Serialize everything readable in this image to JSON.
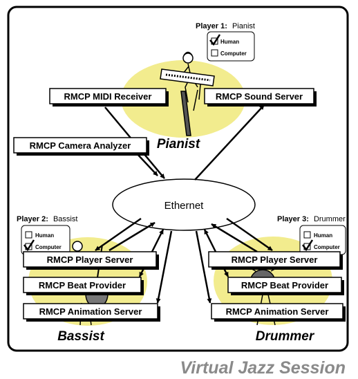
{
  "players": [
    {
      "label": "Player 1:",
      "role": "Pianist",
      "options": [
        {
          "label": "Human",
          "checked": true
        },
        {
          "label": "Computer",
          "checked": false
        }
      ],
      "caption": "Pianist",
      "services": [
        "RMCP MIDI Receiver",
        "RMCP Sound Server"
      ]
    },
    {
      "label": "Player 2:",
      "role": "Bassist",
      "options": [
        {
          "label": "Human",
          "checked": false
        },
        {
          "label": "Computer",
          "checked": true
        }
      ],
      "caption": "Bassist",
      "services": [
        "RMCP Player Server",
        "RMCP Beat Provider",
        "RMCP Animation Server"
      ]
    },
    {
      "label": "Player 3:",
      "role": "Drummer",
      "options": [
        {
          "label": "Human",
          "checked": false
        },
        {
          "label": "Computer",
          "checked": true
        }
      ],
      "caption": "Drummer",
      "services": [
        "RMCP Player Server",
        "RMCP Beat Provider",
        "RMCP Animation Server"
      ]
    }
  ],
  "camera_analyzer": "RMCP Camera Analyzer",
  "network": "Ethernet",
  "title": "Virtual Jazz Session",
  "colors": {
    "stage": "#f2ec8e",
    "title": "#8a8a8a",
    "line": "#000000"
  }
}
